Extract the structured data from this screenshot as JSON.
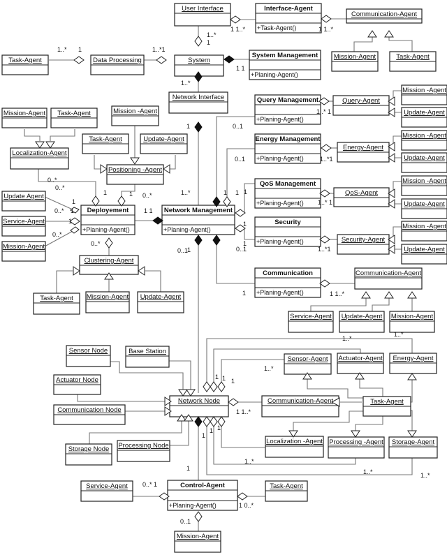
{
  "diagram_title": "",
  "classes": [
    {
      "id": "user_interface",
      "name": "User Interface",
      "style": "underline",
      "ops": []
    },
    {
      "id": "interface_agent",
      "name": "Interface-Agent",
      "style": "bold",
      "ops": [
        "+Task-Agent()"
      ]
    },
    {
      "id": "comm_agent_top",
      "name": "Communication-Agent",
      "style": "underline",
      "ops": []
    },
    {
      "id": "mission_agent_top",
      "name": "Mission-Agent",
      "style": "underline",
      "ops": []
    },
    {
      "id": "task_agent_top",
      "name": "Task-Agent",
      "style": "underline",
      "ops": []
    },
    {
      "id": "task_agent_left",
      "name": "Task-Agent",
      "style": "underline",
      "ops": []
    },
    {
      "id": "data_processing",
      "name": "Data Processing",
      "style": "underline",
      "ops": []
    },
    {
      "id": "system",
      "name": "System",
      "style": "underline",
      "ops": []
    },
    {
      "id": "system_management",
      "name": "System Management",
      "style": "bold",
      "ops": [
        "+Planing-Agent()"
      ]
    },
    {
      "id": "network_interface",
      "name": "Network Interface",
      "style": "underline",
      "ops": []
    },
    {
      "id": "mission_agent_loc",
      "name": "Mission-Agent",
      "style": "underline",
      "ops": []
    },
    {
      "id": "task_agent_loc",
      "name": "Task-Agent",
      "style": "underline",
      "ops": []
    },
    {
      "id": "localization_agent",
      "name": "Localization-Agent",
      "style": "underline",
      "ops": []
    },
    {
      "id": "mission_agent_pos",
      "name": "Mission -Agent",
      "style": "underline",
      "ops": []
    },
    {
      "id": "task_agent_pos",
      "name": "Task-Agent",
      "style": "underline",
      "ops": []
    },
    {
      "id": "update_agent_pos",
      "name": "Update-Agent",
      "style": "underline",
      "ops": []
    },
    {
      "id": "positioning_agent",
      "name": "Positioning -Agent",
      "style": "underline",
      "ops": []
    },
    {
      "id": "update_agent_dep",
      "name": "Update Agent",
      "style": "underline",
      "ops": []
    },
    {
      "id": "service_agent_dep",
      "name": "Service-Agent",
      "style": "underline",
      "ops": []
    },
    {
      "id": "mission_agent_dep",
      "name": "Mission-Agent",
      "style": "underline",
      "ops": []
    },
    {
      "id": "deployement",
      "name": "Deployement",
      "style": "bold",
      "ops": [
        "+Planing-Agent()"
      ]
    },
    {
      "id": "network_management",
      "name": "Network Management",
      "style": "bold",
      "ops": [
        "+Planing-Agent()"
      ]
    },
    {
      "id": "clustering_agent",
      "name": "Clustering-Agent",
      "style": "underline",
      "ops": []
    },
    {
      "id": "task_agent_clu",
      "name": "Task-Agent",
      "style": "underline",
      "ops": []
    },
    {
      "id": "mission_agent_clu",
      "name": "Mission-Agent",
      "style": "underline",
      "ops": []
    },
    {
      "id": "update_agent_clu",
      "name": "Update-Agent",
      "style": "underline",
      "ops": []
    },
    {
      "id": "query_management",
      "name": "Query Management",
      "style": "bold",
      "ops": [
        "+Planing-Agent()"
      ]
    },
    {
      "id": "query_agent",
      "name": "Query-Agent",
      "style": "underline",
      "ops": []
    },
    {
      "id": "mission_agent_q",
      "name": "Mission -Agent",
      "style": "underline",
      "ops": []
    },
    {
      "id": "update_agent_q",
      "name": "Update-Agent",
      "style": "underline",
      "ops": []
    },
    {
      "id": "energy_management",
      "name": "Energy Management",
      "style": "bold",
      "ops": [
        "+Planing-Agent()"
      ]
    },
    {
      "id": "energy_agent",
      "name": "Energy-Agent",
      "style": "underline",
      "ops": []
    },
    {
      "id": "mission_agent_e",
      "name": "Mission -Agent",
      "style": "underline",
      "ops": []
    },
    {
      "id": "update_agent_e",
      "name": "Update-Agent",
      "style": "underline",
      "ops": []
    },
    {
      "id": "qos_management",
      "name": "QoS Management",
      "style": "bold",
      "ops": [
        "+Planing-Agent()"
      ]
    },
    {
      "id": "qos_agent",
      "name": "QoS-Agent",
      "style": "underline",
      "ops": []
    },
    {
      "id": "mission_agent_qos",
      "name": "Mission -Agent",
      "style": "underline",
      "ops": []
    },
    {
      "id": "update_agent_qos",
      "name": "Update-Agent",
      "style": "underline",
      "ops": []
    },
    {
      "id": "security",
      "name": "Security",
      "style": "bold",
      "ops": [
        "+Planing-Agent()"
      ]
    },
    {
      "id": "security_agent",
      "name": "Security-Agent",
      "style": "underline",
      "ops": []
    },
    {
      "id": "mission_agent_s",
      "name": "Mission -Agent",
      "style": "underline",
      "ops": []
    },
    {
      "id": "update_agent_s",
      "name": "Update-Agent",
      "style": "underline",
      "ops": []
    },
    {
      "id": "communication",
      "name": "Communication",
      "style": "bold",
      "ops": [
        "+Planing-Agent()"
      ]
    },
    {
      "id": "comm_agent_mid",
      "name": "Communication-Agent",
      "style": "underline",
      "ops": []
    },
    {
      "id": "service_agent_c",
      "name": "Service-Agent",
      "style": "underline",
      "ops": []
    },
    {
      "id": "update_agent_c",
      "name": "Update-Agent",
      "style": "underline",
      "ops": []
    },
    {
      "id": "mission_agent_c",
      "name": "Mission-Agent",
      "style": "underline",
      "ops": []
    },
    {
      "id": "sensor_node",
      "name": "Sensor Node",
      "style": "underline",
      "ops": []
    },
    {
      "id": "base_station",
      "name": "Base Station",
      "style": "underline",
      "ops": []
    },
    {
      "id": "actuator_node",
      "name": "Actuator Node",
      "style": "underline",
      "ops": []
    },
    {
      "id": "communication_node",
      "name": "Communication Node",
      "style": "underline",
      "ops": []
    },
    {
      "id": "storage_node",
      "name": "Storage Node",
      "style": "underline",
      "ops": []
    },
    {
      "id": "processing_node",
      "name": "Processing Node",
      "style": "underline",
      "ops": []
    },
    {
      "id": "network_node",
      "name": "Network Node",
      "style": "underline",
      "ops": []
    },
    {
      "id": "sensor_agent",
      "name": "Sensor-Agent",
      "style": "underline",
      "ops": []
    },
    {
      "id": "actuator_agent",
      "name": "Actuator-Agent",
      "style": "underline",
      "ops": []
    },
    {
      "id": "energy_agent_b",
      "name": "Energy-Agent",
      "style": "underline",
      "ops": []
    },
    {
      "id": "comm_agent_b",
      "name": "Communication-Agent",
      "style": "underline",
      "ops": []
    },
    {
      "id": "task_agent_b",
      "name": "Task-Agent",
      "style": "underline",
      "ops": []
    },
    {
      "id": "localization_agent_b",
      "name": "Localization -Agent",
      "style": "underline",
      "ops": []
    },
    {
      "id": "processing_agent",
      "name": "Processing -Agent",
      "style": "underline",
      "ops": []
    },
    {
      "id": "storage_agent",
      "name": "Storage-Agent",
      "style": "underline",
      "ops": []
    },
    {
      "id": "service_agent_ctl",
      "name": "Service-Agent",
      "style": "underline",
      "ops": []
    },
    {
      "id": "control_agent",
      "name": "Control-Agent",
      "style": "bold",
      "ops": [
        "+Planing-Agent()"
      ]
    },
    {
      "id": "task_agent_ctl",
      "name": "Task-Agent",
      "style": "underline",
      "ops": []
    },
    {
      "id": "mission_agent_ctl",
      "name": "Mission-Agent",
      "style": "underline",
      "ops": []
    }
  ],
  "multiplicities": [
    "1..*",
    "1",
    "1..*1",
    "1..*",
    "1",
    "1 1..*",
    "1 1..*",
    "1 1",
    "1..*",
    "1",
    "0..*",
    "0..*",
    "1",
    "1",
    "0..*",
    "1..*",
    "1",
    "1 1",
    "0..*",
    "1",
    "0..*",
    "1",
    "0..*",
    "0..1",
    "1",
    "1",
    "0..1",
    "1..* 1",
    "0..1",
    "1..*1",
    "1",
    "1",
    "1..* 1",
    "1",
    "0..1",
    "1..*1",
    "1",
    "1 1..*",
    "1",
    "1..*",
    "1..*",
    "1..*",
    "1",
    "1",
    "1",
    "1 1..*",
    "1",
    "1",
    "1",
    "1..*",
    "1..*",
    "1..*",
    "1",
    "0..* 1",
    "1 0..*",
    "0..1"
  ],
  "relationships": [
    {
      "from": "user_interface",
      "to": "system",
      "type": "aggregation"
    },
    {
      "from": "interface_agent",
      "to": "user_interface",
      "type": "aggregation"
    },
    {
      "from": "comm_agent_top",
      "to": "interface_agent",
      "type": "aggregation"
    },
    {
      "from": "mission_agent_top",
      "to": "comm_agent_top",
      "type": "generalization"
    },
    {
      "from": "task_agent_top",
      "to": "comm_agent_top",
      "type": "generalization"
    },
    {
      "from": "task_agent_left",
      "to": "data_processing",
      "type": "aggregation"
    },
    {
      "from": "data_processing",
      "to": "system",
      "type": "aggregation"
    },
    {
      "from": "system_management",
      "to": "system",
      "type": "composition"
    },
    {
      "from": "network_interface",
      "to": "system",
      "type": "composition"
    },
    {
      "from": "network_management",
      "to": "network_interface",
      "type": "composition"
    },
    {
      "from": "mission_agent_loc",
      "to": "localization_agent",
      "type": "generalization"
    },
    {
      "from": "task_agent_loc",
      "to": "localization_agent",
      "type": "generalization"
    },
    {
      "from": "mission_agent_pos",
      "to": "positioning_agent",
      "type": "generalization"
    },
    {
      "from": "task_agent_pos",
      "to": "positioning_agent",
      "type": "generalization"
    },
    {
      "from": "update_agent_pos",
      "to": "positioning_agent",
      "type": "generalization"
    },
    {
      "from": "localization_agent",
      "to": "deployement",
      "type": "aggregation"
    },
    {
      "from": "positioning_agent",
      "to": "deployement",
      "type": "aggregation"
    },
    {
      "from": "update_agent_dep",
      "to": "deployement",
      "type": "aggregation"
    },
    {
      "from": "service_agent_dep",
      "to": "deployement",
      "type": "aggregation"
    },
    {
      "from": "mission_agent_dep",
      "to": "deployement",
      "type": "aggregation"
    },
    {
      "from": "clustering_agent",
      "to": "deployement",
      "type": "aggregation"
    },
    {
      "from": "task_agent_clu",
      "to": "clustering_agent",
      "type": "generalization"
    },
    {
      "from": "mission_agent_clu",
      "to": "clustering_agent",
      "type": "generalization"
    },
    {
      "from": "update_agent_clu",
      "to": "clustering_agent",
      "type": "generalization"
    },
    {
      "from": "deployement",
      "to": "network_management",
      "type": "composition"
    },
    {
      "from": "query_management",
      "to": "network_management",
      "type": "composition"
    },
    {
      "from": "energy_management",
      "to": "network_management",
      "type": "aggregation"
    },
    {
      "from": "qos_management",
      "to": "network_management",
      "type": "aggregation"
    },
    {
      "from": "security",
      "to": "network_management",
      "type": "aggregation"
    },
    {
      "from": "communication",
      "to": "network_management",
      "type": "composition"
    },
    {
      "from": "network_node",
      "to": "network_management",
      "type": "composition"
    },
    {
      "from": "query_agent",
      "to": "query_management",
      "type": "aggregation"
    },
    {
      "from": "energy_agent",
      "to": "energy_management",
      "type": "aggregation"
    },
    {
      "from": "qos_agent",
      "to": "qos_management",
      "type": "aggregation"
    },
    {
      "from": "security_agent",
      "to": "security",
      "type": "aggregation"
    },
    {
      "from": "comm_agent_mid",
      "to": "communication",
      "type": "aggregation"
    },
    {
      "from": "control_agent",
      "to": "network_node",
      "type": "composition"
    }
  ]
}
